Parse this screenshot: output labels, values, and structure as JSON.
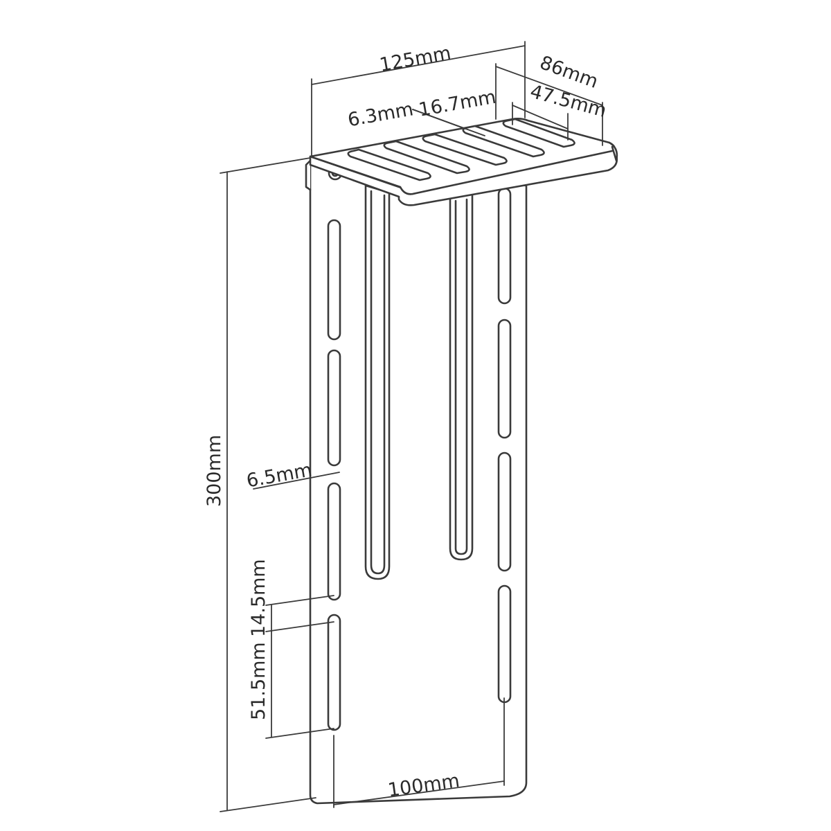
{
  "dimensions": {
    "shelf_width": "125mm",
    "shelf_depth": "86mm",
    "slot_end_width": "6.3mm",
    "slot_pitch": "16.7mm",
    "slot_length": "47.5mm",
    "total_height": "300mm",
    "slot_width": "6.5mm",
    "slot_gap": "14.5mm",
    "vertical_slot_length": "51.5mm",
    "hole_spacing": "100mm"
  },
  "colors": {
    "line": "#3a3a3a",
    "text": "#2a2a2a",
    "background": "#ffffff"
  }
}
